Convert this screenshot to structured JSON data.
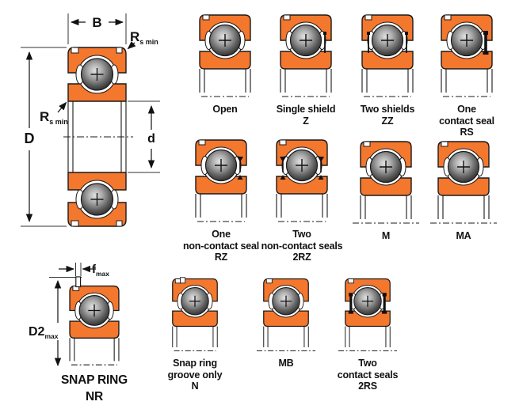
{
  "colors": {
    "orange": "#F4772E",
    "outline": "#1A1A1A",
    "seal_black": "#111111",
    "ball_light": "#E2E2E2",
    "ball_dark": "#303030"
  },
  "main_section": {
    "width_dim": "B",
    "outer_dim": "D",
    "bore_dim": "d",
    "fillet_top": {
      "main": "R",
      "sub": "s min"
    },
    "fillet_side": {
      "main": "R",
      "sub": "s min"
    }
  },
  "snap_ring": {
    "f_dim": {
      "main": "f",
      "sub": "max"
    },
    "d2_dim": {
      "main": "D2",
      "sub": "max"
    },
    "label_line1": "SNAP RING",
    "label_line2": "NR",
    "variant": {
      "left": "none",
      "right": "none",
      "centerline": "normal",
      "snap_ring": true,
      "groove": false
    }
  },
  "variants": [
    {
      "name": "open",
      "lines": [
        "Open"
      ],
      "left": "none",
      "right": "none",
      "centerline": "normal"
    },
    {
      "name": "single-shield",
      "lines": [
        "Single shield",
        "Z"
      ],
      "left": "none",
      "right": "shield",
      "centerline": "normal"
    },
    {
      "name": "two-shields",
      "lines": [
        "Two shields",
        "ZZ"
      ],
      "left": "shield",
      "right": "shield",
      "centerline": "normal"
    },
    {
      "name": "one-contact-seal",
      "lines": [
        "One",
        "contact seal",
        "RS"
      ],
      "left": "none",
      "right": "contact-seal",
      "centerline": "normal"
    },
    {
      "name": "one-non-contact-seal",
      "lines": [
        "One",
        "non-contact seal",
        "RZ"
      ],
      "left": "none",
      "right": "non-contact-seal",
      "centerline": "normal"
    },
    {
      "name": "two-non-contact-seals",
      "lines": [
        "Two",
        "non-contact seals",
        "2RZ"
      ],
      "left": "non-contact-seal",
      "right": "non-contact-seal",
      "centerline": "normal"
    },
    {
      "name": "m",
      "lines": [
        "M"
      ],
      "left": "none",
      "right": "none",
      "centerline": "wide"
    },
    {
      "name": "ma",
      "lines": [
        "MA"
      ],
      "left": "none",
      "right": "none",
      "centerline": "wide"
    },
    {
      "name": "snap-ring-groove",
      "lines": [
        "Snap ring",
        "groove only",
        "N"
      ],
      "left": "none",
      "right": "none",
      "centerline": "normal",
      "groove": true
    },
    {
      "name": "mb",
      "lines": [
        "MB"
      ],
      "left": "none",
      "right": "none",
      "centerline": "wide"
    },
    {
      "name": "two-contact-seals",
      "lines": [
        "Two",
        "contact seals",
        "2RS"
      ],
      "left": "contact-seal",
      "right": "contact-seal",
      "centerline": "wide"
    }
  ]
}
